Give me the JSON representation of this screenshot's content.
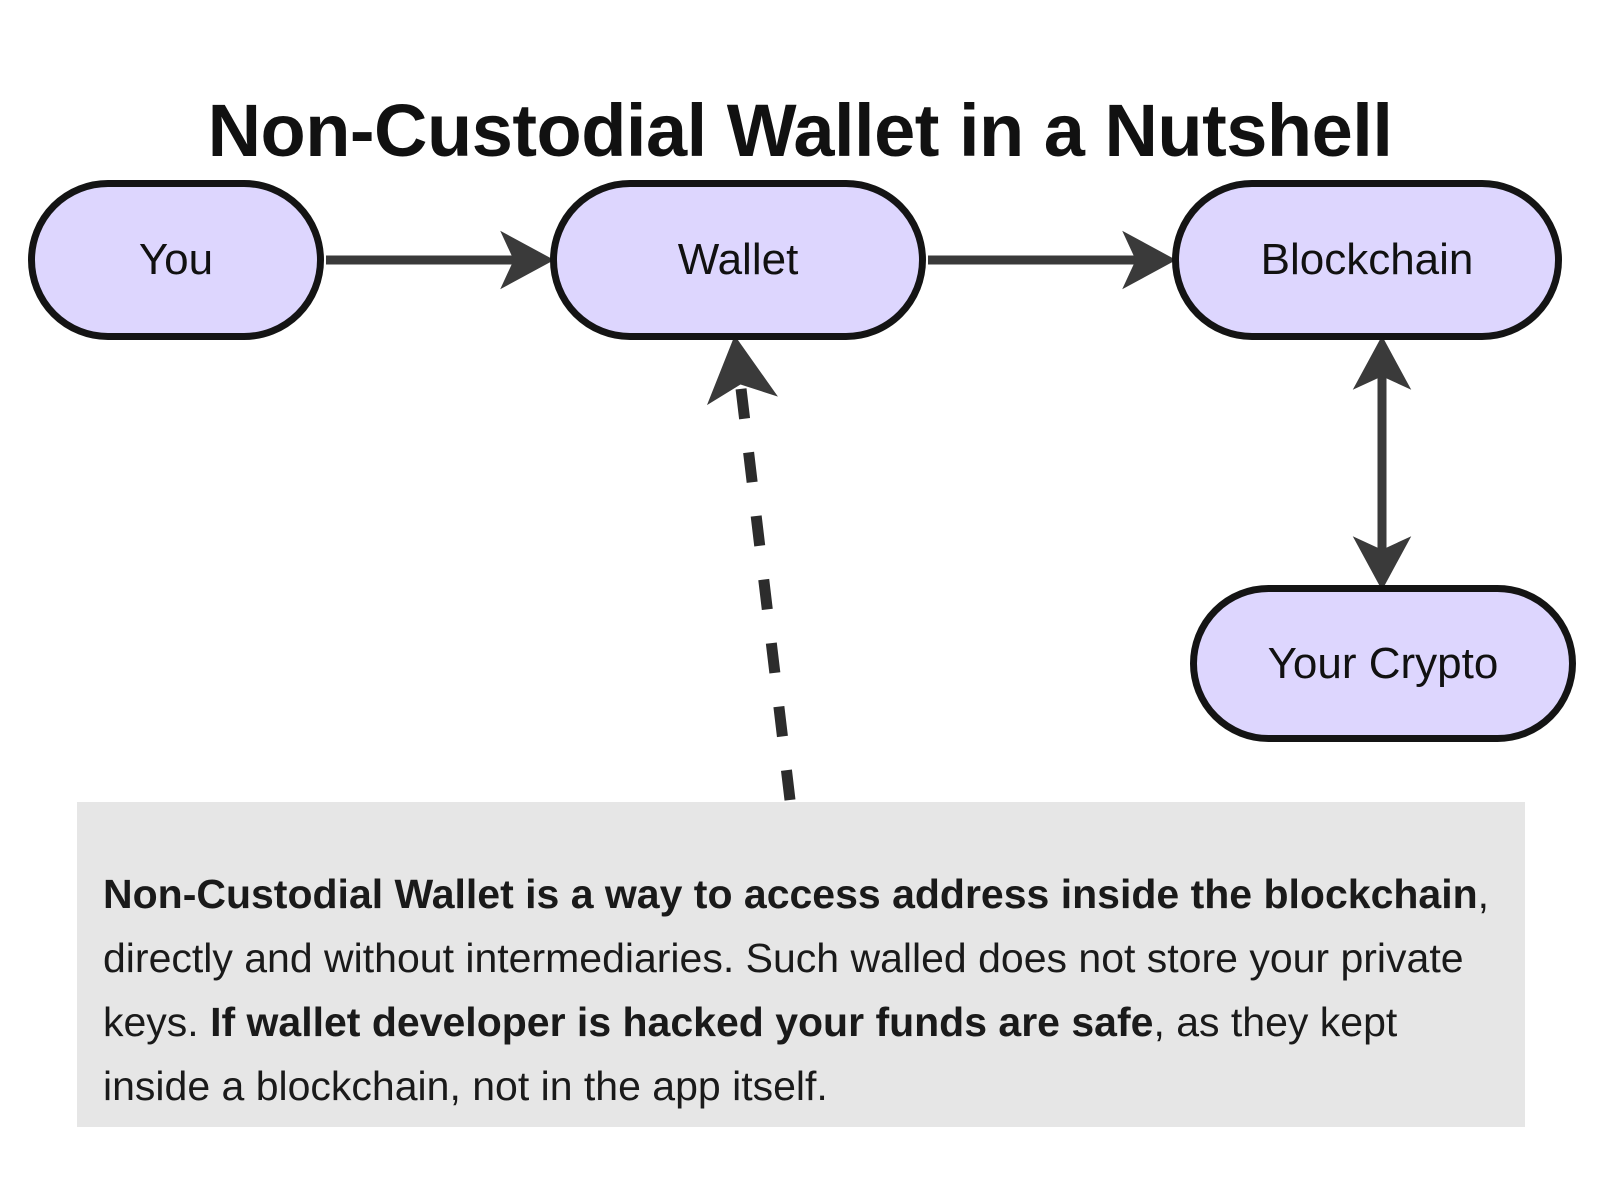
{
  "title": "Non-Custodial Wallet in a Nutshell",
  "colors": {
    "node_fill": "#ddd6fe",
    "node_border": "#141414",
    "panel_background": "#e6e6e6",
    "edge": "#3a3a3a",
    "text": "#111111",
    "page_background": "#ffffff"
  },
  "nodes": [
    {
      "id": "you",
      "label": "You"
    },
    {
      "id": "wallet",
      "label": "Wallet"
    },
    {
      "id": "blockchain",
      "label": "Blockchain"
    },
    {
      "id": "crypto",
      "label": "Your Crypto"
    }
  ],
  "edges": [
    {
      "from": "you",
      "to": "wallet",
      "style": "solid",
      "direction": "forward"
    },
    {
      "from": "wallet",
      "to": "blockchain",
      "style": "solid",
      "direction": "forward"
    },
    {
      "from": "blockchain",
      "to": "crypto",
      "style": "solid",
      "direction": "both"
    },
    {
      "from": "description",
      "to": "wallet",
      "style": "dashed",
      "direction": "forward"
    }
  ],
  "description": {
    "segments": [
      {
        "text": "Non-Custodial Wallet is a way to access address inside the blockchain",
        "bold": true
      },
      {
        "text": ", directly and without intermediaries. Such walled does not store your private keys. ",
        "bold": false
      },
      {
        "text": "If wallet developer is hacked your funds are safe",
        "bold": true
      },
      {
        "text": ", as they kept inside a blockchain, not in the app itself.",
        "bold": false
      }
    ]
  }
}
